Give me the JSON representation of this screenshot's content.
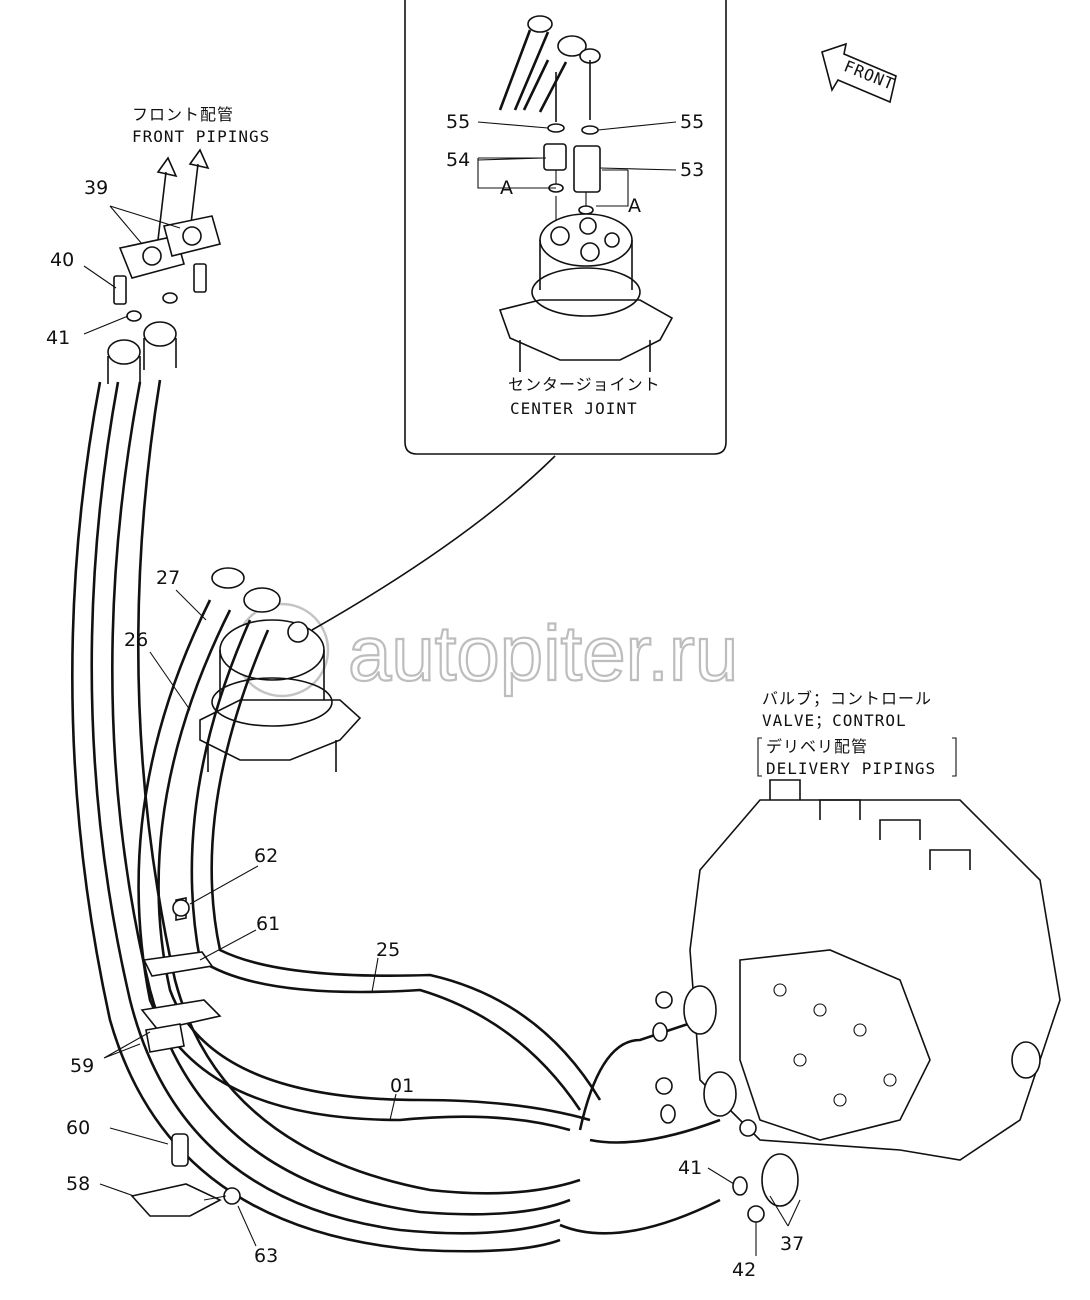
{
  "front_arrow": {
    "label": "FRONT"
  },
  "captions": {
    "front_pipings_jp": "フロント配管",
    "front_pipings_en": "FRONT PIPINGS",
    "center_joint_jp": "センタージョイント",
    "center_joint_en": "CENTER JOINT",
    "valve_control_jp": "バルブ；コントロール",
    "valve_control_en": "VALVE；CONTROL",
    "delivery_pipings_jp": "デリベリ配管",
    "delivery_pipings_en": "DELIVERY PIPINGS"
  },
  "watermark": "autopiter.ru",
  "detail_ref": "A",
  "part_numbers": {
    "p55_left": "55",
    "p55_right": "55",
    "p54": "54",
    "p53": "53",
    "p39": "39",
    "p40": "40",
    "p41_top": "41",
    "p27": "27",
    "p26": "26",
    "p62": "62",
    "p61": "61",
    "p25": "25",
    "p59": "59",
    "p01": "01",
    "p60": "60",
    "p58": "58",
    "p63": "63",
    "p41_bottom": "41",
    "p42": "42",
    "p37": "37"
  }
}
